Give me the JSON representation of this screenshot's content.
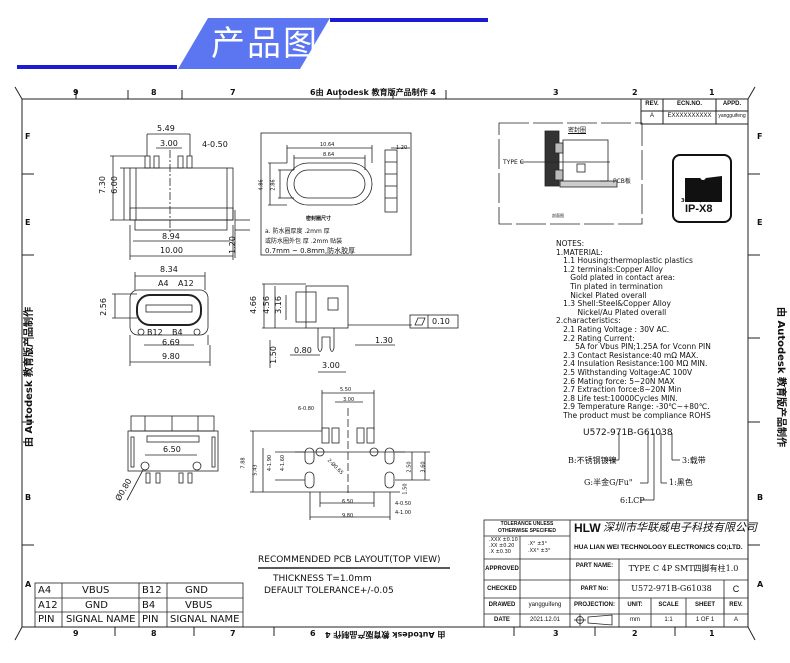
{
  "banner": {
    "title": "产品图纸",
    "line_color": "#1b1bd6",
    "fill_color": "#5b76f0"
  },
  "frame": {
    "top_zones": [
      "9",
      "8",
      "7",
      "6由 Autodesk 教育版产品制作 4",
      "3",
      "2",
      "1"
    ],
    "bottom_zones": [
      "9",
      "8",
      "7",
      "6",
      "由 Autodesk 教育版产品制作 4",
      "3",
      "2",
      "1"
    ],
    "side_zones": [
      "F",
      "E",
      "B",
      "A"
    ],
    "watermark": "由 Autodesk 教育版产品制作"
  },
  "revision": {
    "headers": [
      "REV.",
      "ECN.NO.",
      "APPD."
    ],
    "row": [
      "A",
      "EXXXXXXXXXX",
      "yangguifeng"
    ]
  },
  "front_view": {
    "dims": [
      "5.49",
      "3.00",
      "4-0.50",
      "7.30",
      "6.00",
      "8.94",
      "10.00",
      "1.20"
    ]
  },
  "seal_ring": {
    "dims": [
      "10.64",
      "8.64",
      "4.86",
      "2.86",
      "1.20"
    ],
    "caption": "密封圈尺寸",
    "lines": [
      "a. 防水圈厚度 .2mm 厚",
      "或防水圈外包 厚 .2mm 贴装",
      "0.7mm ~ 0.8mm,防水胶厚"
    ]
  },
  "section_view": {
    "label_seal": "密封圈",
    "label_type_c": "TYPE C",
    "label_pcb": "PCB板",
    "caption": "剖面图"
  },
  "ip_badge": {
    "sub": "30 Min/1.5m",
    "rating": "IP-X8"
  },
  "port_view": {
    "dims": [
      "8.34",
      "2.56",
      "6.69",
      "9.80"
    ],
    "pins": [
      "A4",
      "A12",
      "B12",
      "B4"
    ]
  },
  "side_view": {
    "dims": [
      "4.66",
      "4.56",
      "3.16",
      "1.50",
      "0.80",
      "3.00",
      "1.30"
    ],
    "flatness": "0.10"
  },
  "bottom_view": {
    "dims": [
      "6.50",
      "Ø0.80"
    ]
  },
  "pcb_layout": {
    "dims": [
      "5.50",
      "3.00",
      "6-0.80",
      "7.88",
      "5.43",
      "4-1.90",
      "4-1.60",
      "2-Ø0.65",
      "2.50",
      "3.60",
      "1.50",
      "6.50",
      "9.80",
      "4-0.50",
      "4-1.00"
    ],
    "title": "RECOMMENDED PCB LAYOUT(TOP VIEW)",
    "thickness": "THICKNESS T=1.0mm",
    "tolerance": "DEFAULT TOLERANCE+/-0.05"
  },
  "notes": {
    "lines": [
      "NOTES:",
      "1.MATERIAL:",
      "   1.1 Housing:thermoplastic plastics",
      "   1.2 terminals:Copper Alloy",
      "      Gold plated in contact area:",
      "      Tin plated in termination",
      "      Nickel Plated overall",
      "   1.3 Shell:Steel&Copper Alloy",
      "         Nickel/Au Plated overall",
      "2.characteristics:",
      "   2.1 Rating Voltage : 30V AC.",
      "   2.2 Rating Current:",
      "        5A for Vbus PIN;1.25A for Vconn PIN",
      "   2.3 Contact Resistance:40 mΩ MAX.",
      "   2.4 Insulation Resistance:100 MΩ MIN.",
      "   2.5 Withstanding Voltage:AC 100V",
      "   2.6 Mating force: 5~20N MAX",
      "   2.7 Extraction force:8~20N Min",
      "   2.8 Life test:10000Cycles MIN.",
      "   2.9 Temperature Range: -30℃~+80℃.",
      "   The product must be compliance ROHS"
    ]
  },
  "part_code": {
    "code": "U572-971B-G61038",
    "legend": [
      "B:不锈钢镀镍",
      "G:半金G/Fu\"",
      "6:LCP",
      "1:黑色",
      "3:载带"
    ]
  },
  "pin_table": {
    "rows": [
      [
        "A4",
        "VBUS",
        "B12",
        "GND"
      ],
      [
        "A12",
        "GND",
        "B4",
        "VBUS"
      ],
      [
        "PIN",
        "SIGNAL NAME",
        "PIN",
        "SIGNAL NAME"
      ]
    ]
  },
  "title_block": {
    "tolerance_title": [
      "TOLERANCE UNLESS",
      "OTHERWISE SPECIFIED"
    ],
    "tolerance_rows": [
      ".XXX ±0.10",
      ".XX ±0.20",
      ".X ±0.30"
    ],
    "angle_rows": [
      ".X° ±3°",
      ".XX° ±3°"
    ],
    "logo": "HLW",
    "company_cn": "深圳市华联威电子科技有限公司",
    "company_en": "HUA LIAN WEI TECHNOLOGY ELECTRONICS CO;LTD.",
    "approved_label": "APPROVED",
    "checked_label": "CHECKED",
    "drawed_label": "DRAWED",
    "drawed_value": "yangguifeng",
    "date_label": "DATE",
    "date_value": "2021.12.01",
    "part_name_label": "PART NAME:",
    "part_name_value": "TYPE C 4P SMT四脚有柱1.0",
    "part_no_label": "PART No:",
    "part_no_value": "U572-971B-G61038",
    "part_rev": "C",
    "projection_label": "PROJECTION:",
    "unit_label": "UNIT:",
    "unit_value": "mm",
    "scale_label": "SCALE",
    "scale_value": "1:1",
    "sheet_label": "SHEET",
    "sheet_value": "1 OF 1",
    "rev_label": "REV.",
    "rev_value": "A"
  }
}
